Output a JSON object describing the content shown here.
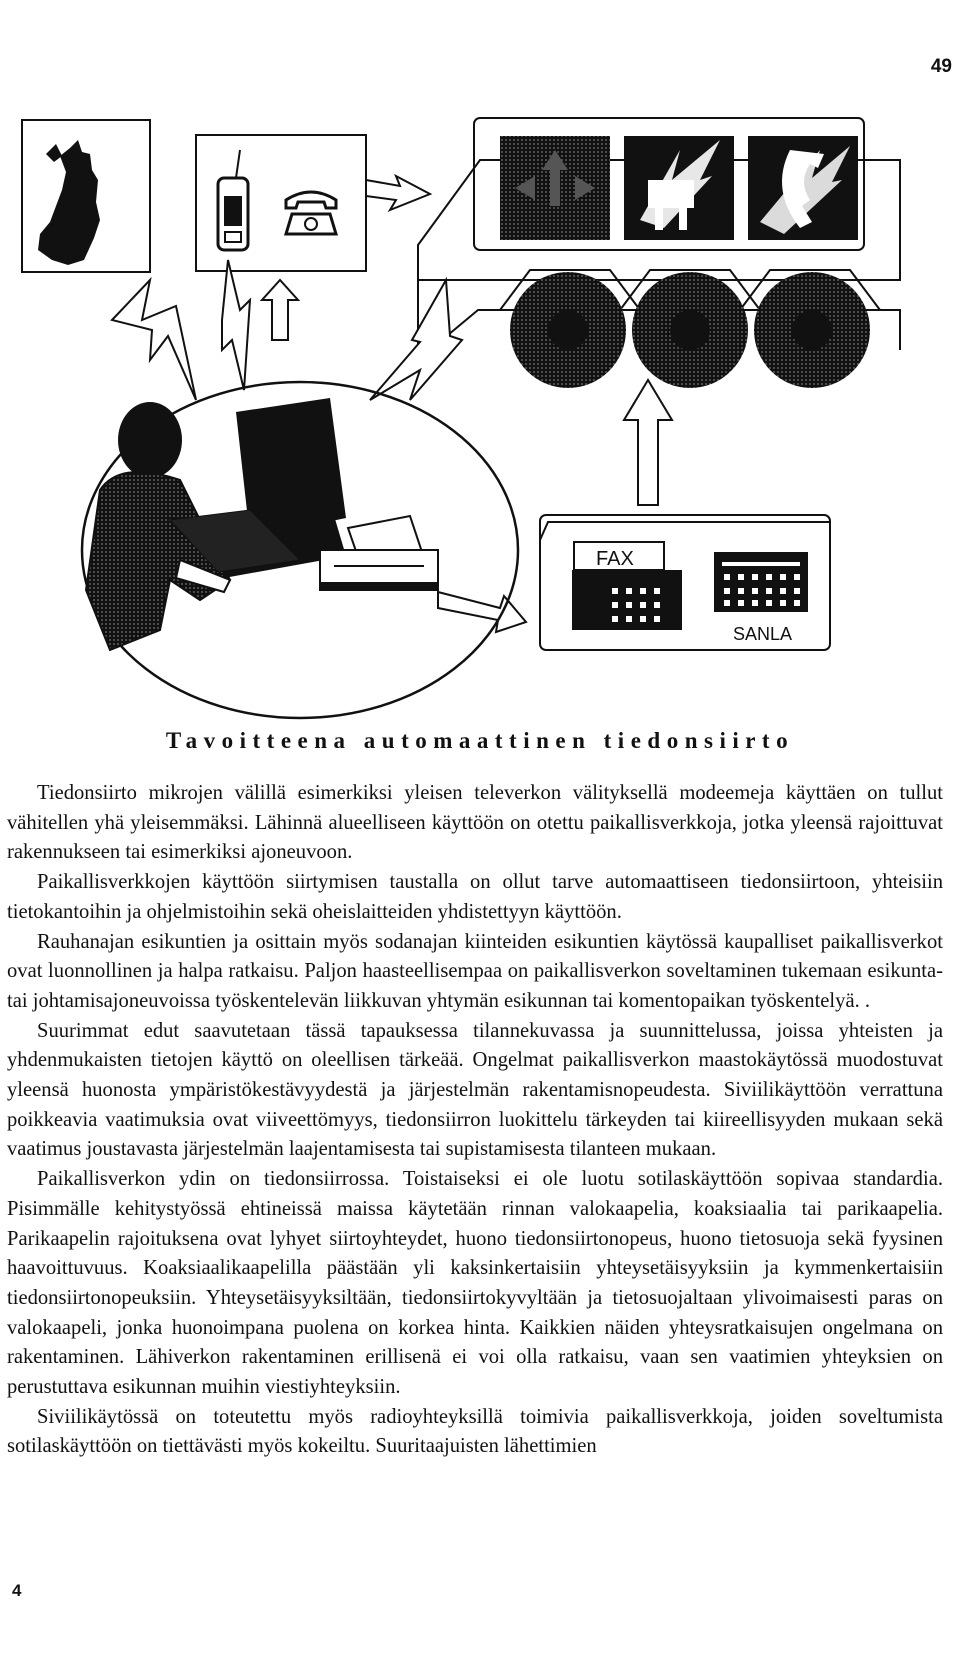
{
  "page": {
    "number": "49",
    "footer_number": "4"
  },
  "figure": {
    "fax_label": "FAX",
    "sanla_label": "SANLA",
    "icons": [
      "finland-map-icon",
      "mobile-phone-icon",
      "telephone-icon",
      "power-plug-icon",
      "fax-machine-icon",
      "keypad-terminal-icon",
      "computer-workstation-icon",
      "printer-icon"
    ]
  },
  "caption": "Tavoitteena automaattinen tiedonsiirto",
  "paragraphs": [
    "Tiedonsiirto mikrojen välillä esimerkiksi yleisen televerkon välityksellä modeemeja käyttäen on tullut vähitellen yhä yleisemmäksi. Lähinnä alueelliseen käyttöön on otettu paikallisverkkoja, jotka yleensä rajoittuvat rakennukseen tai esimerkiksi ajoneuvoon.",
    "Paikallisverkkojen käyttöön siirtymisen taustalla on ollut tarve automaattiseen tiedonsiirtoon, yhteisiin tietokantoihin ja ohjelmistoihin sekä oheislaitteiden yhdistettyyn käyttöön.",
    "Rauhanajan esikuntien ja osittain myös sodanajan kiinteiden esikuntien käytössä kaupalliset paikallisverkot ovat luonnollinen ja halpa ratkaisu. Paljon haasteellisempaa on paikallisverkon soveltaminen tukemaan esikunta- tai johtamisajoneuvoissa työskentelevän liikkuvan yhtymän esikunnan tai komentopaikan työskentelyä. .",
    "Suurimmat edut saavutetaan tässä tapauksessa tilannekuvassa ja suunnittelussa, joissa yhteisten ja yhdenmukaisten tietojen käyttö on oleellisen tärkeää. Ongelmat paikallisverkon maastokäytössä muodostuvat yleensä huonosta ympäristökestävyydestä ja järjestelmän rakentamisnopeudesta. Siviilikäyttöön verrattuna poikkeavia vaatimuksia ovat viiveettömyys, tiedonsiirron luokittelu tärkeyden tai kiireellisyyden mukaan sekä vaatimus joustavasta järjestelmän laajentamisesta tai supistamisesta tilanteen mukaan.",
    "Paikallisverkon ydin on tiedonsiirrossa. Toistaiseksi ei ole luotu sotilaskäyttöön sopivaa standardia. Pisimmälle kehitystyössä ehtineissä maissa käytetään rinnan valokaapelia, koaksiaalia tai parikaapelia. Parikaapelin rajoituksena ovat lyhyet siirtoyhteydet, huono tiedonsiirtonopeus, huono tietosuoja sekä fyysinen haavoittuvuus. Koaksiaalikaapelilla päästään yli kaksinkertaisiin yhteysetäisyyksiin ja kymmenkertaisiin tiedonsiirtonopeuksiin. Yhteysetäisyyksiltään, tiedonsiirtokyvyltään ja tietosuojaltaan ylivoimaisesti paras on valokaapeli, jonka huonoimpana puolena on korkea hinta. Kaikkien näiden yhteysratkaisujen ongelmana on rakentaminen. Lähiverkon rakentaminen erillisenä ei voi olla ratkaisu, vaan sen vaatimien yhteyksien on perustuttava esikunnan muihin viestiyhteyksiin.",
    "Siviilikäytössä on toteutettu myös radioyhteyksillä toimivia paikallisverkkoja, joiden soveltumista sotilaskäyttöön on tiettävästi myös kokeiltu. Suuritaajuisten lähettimien"
  ]
}
